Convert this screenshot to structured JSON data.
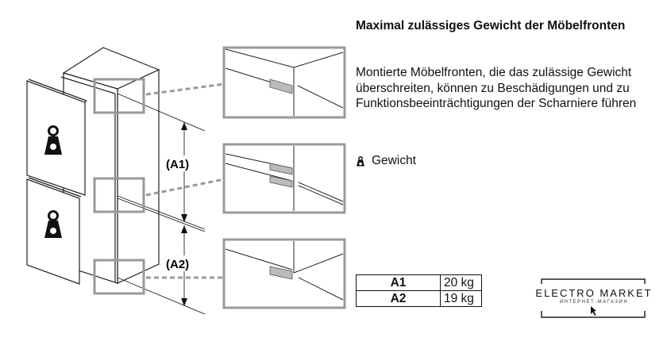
{
  "heading": "Maximal zulässiges Gewicht der Möbelfronten",
  "description": "Montierte Möbelfronten, die das zulässige Gewicht überschreiten, können zu Beschädigungen und zu Funktionsbeeinträchtigungen der Scharniere führen",
  "legend": {
    "icon": "weight-icon",
    "label": "Gewicht"
  },
  "diagram": {
    "dim_a1": "(A1)",
    "dim_a2": "(A2)"
  },
  "table": {
    "rows": [
      {
        "key": "A1",
        "value": "20 kg"
      },
      {
        "key": "A2",
        "value": "19 kg"
      }
    ]
  },
  "logo": {
    "name": "ELECTRO MARKET",
    "subtitle": "ИНТЕРНЕТ-МАГАЗИН"
  }
}
